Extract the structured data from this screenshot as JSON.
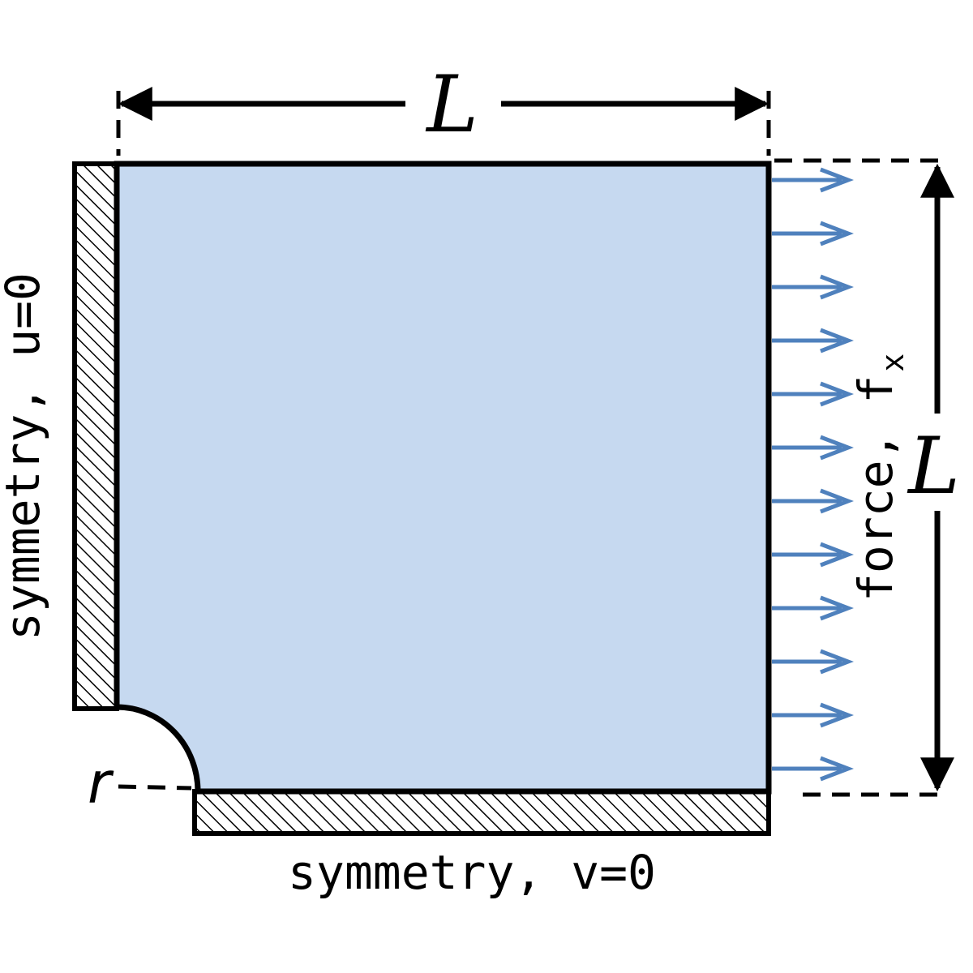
{
  "labels": {
    "top_dimension": "L",
    "right_dimension": "L",
    "radius": "r",
    "left_boundary": "symmetry, u=0",
    "bottom_boundary": "symmetry, v=0",
    "force_text": "force, f",
    "force_subscript": "x"
  },
  "colors": {
    "plate_fill": "#c6d9f0",
    "force_arrow": "#4f81bd",
    "outline": "#000000"
  },
  "force_arrow_count": 12
}
